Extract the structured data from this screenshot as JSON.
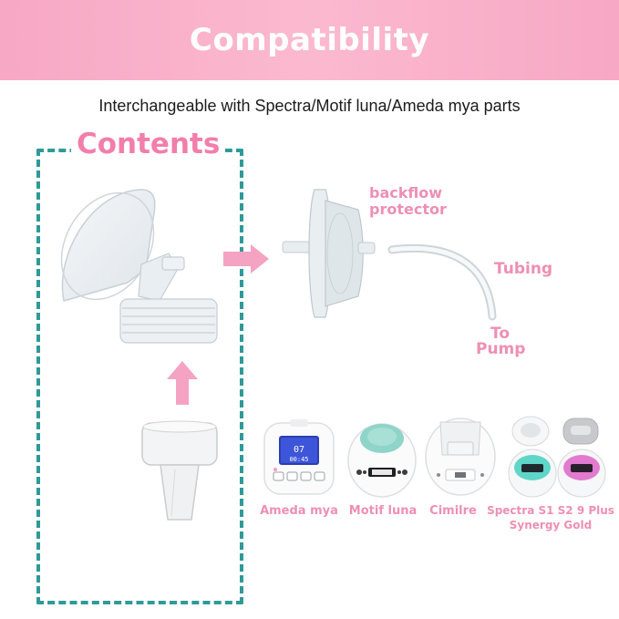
{
  "banner": {
    "title": "Compatibility"
  },
  "subtitle": "Interchangeable with Spectra/Motif luna/Ameda mya parts",
  "contents": {
    "title": "Contents"
  },
  "labels": {
    "backflow_line1": "backflow",
    "backflow_line2": "protector",
    "tubing": "Tubing",
    "to_pump_line1": "To",
    "to_pump_line2": "Pump"
  },
  "pumps": [
    {
      "name": "Ameda mya",
      "screen_top": "07",
      "screen_bottom": "00:45"
    },
    {
      "name": "Motif luna",
      "screen_top": "",
      "screen_bottom": ""
    },
    {
      "name": "Cimilre",
      "screen_top": "",
      "screen_bottom": ""
    },
    {
      "name_line1": "Spectra S1 S2 9  Plus",
      "name_line2": "Synergy Gold"
    }
  ],
  "colors": {
    "banner_pink": "#f7a8c4",
    "accent_pink": "#ee8fb4",
    "arrow_pink": "#f5a3c2",
    "dashed_teal": "#2f9a98",
    "spectra_teal": "#5fd6c8",
    "spectra_pink": "#e27bd0",
    "motif_mint": "#8fd4c8"
  },
  "icons": [
    "pink-arrow-right-icon",
    "pink-arrow-up-icon"
  ]
}
